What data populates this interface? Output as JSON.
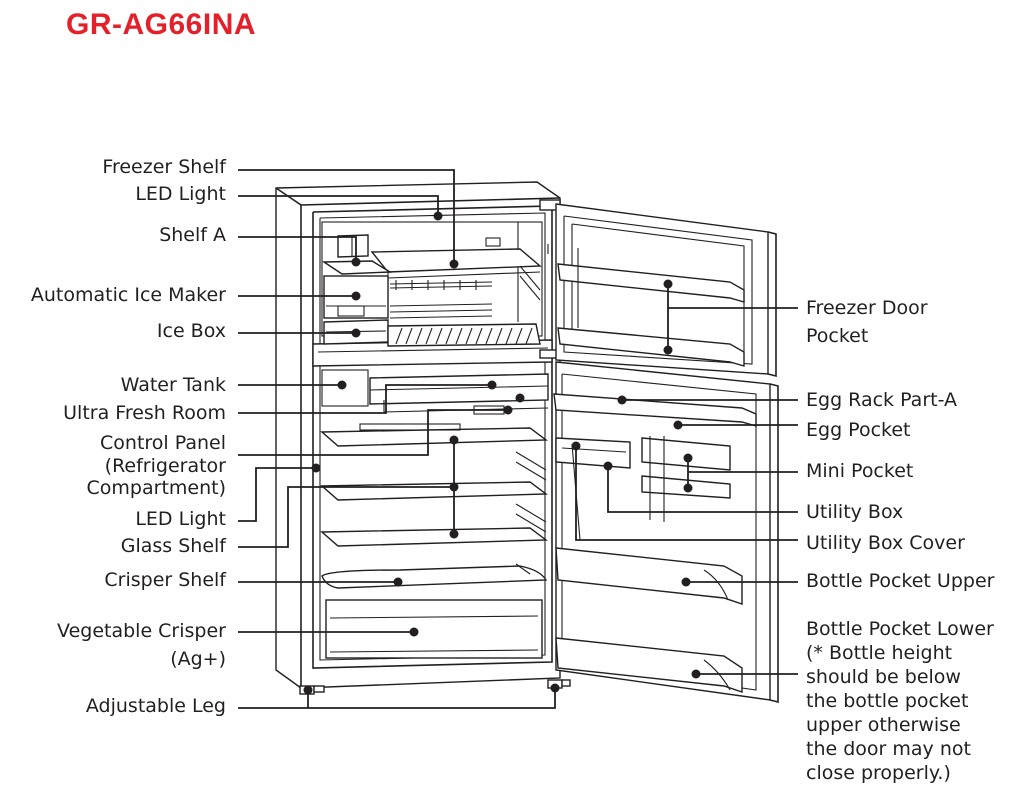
{
  "title": "GR-AG66INA",
  "brand_color": "#e4202a",
  "left_labels": {
    "freezer_shelf": "Freezer Shelf",
    "led_light_top": "LED Light",
    "shelf_a": "Shelf A",
    "automatic_ice_maker": "Automatic Ice Maker",
    "ice_box": "Ice Box",
    "water_tank": "Water Tank",
    "ultra_fresh_room": "Ultra Fresh Room",
    "control_panel_1": "Control Panel",
    "control_panel_2": "(Refrigerator",
    "control_panel_3": "Compartment)",
    "led_light_bottom": "LED Light",
    "glass_shelf": "Glass Shelf",
    "crisper_shelf": "Crisper Shelf",
    "vegetable_crisper_1": "Vegetable Crisper",
    "vegetable_crisper_2": "(Ag+)",
    "adjustable_leg": "Adjustable Leg"
  },
  "right_labels": {
    "freezer_door_pocket_1": "Freezer Door",
    "freezer_door_pocket_2": "Pocket",
    "egg_rack_part_a": "Egg Rack Part-A",
    "egg_pocket": "Egg Pocket",
    "mini_pocket": "Mini Pocket",
    "utility_box": "Utility Box",
    "utility_box_cover": "Utility Box Cover",
    "bottle_pocket_upper": "Bottle Pocket Upper",
    "bottle_pocket_lower_1": "Bottle Pocket Lower",
    "bottle_pocket_lower_2": "(* Bottle height",
    "bottle_pocket_lower_3": "should be below",
    "bottle_pocket_lower_4": "the bottle pocket",
    "bottle_pocket_lower_5": "upper otherwise",
    "bottle_pocket_lower_6": "the door may not",
    "bottle_pocket_lower_7": "close properly.)"
  }
}
